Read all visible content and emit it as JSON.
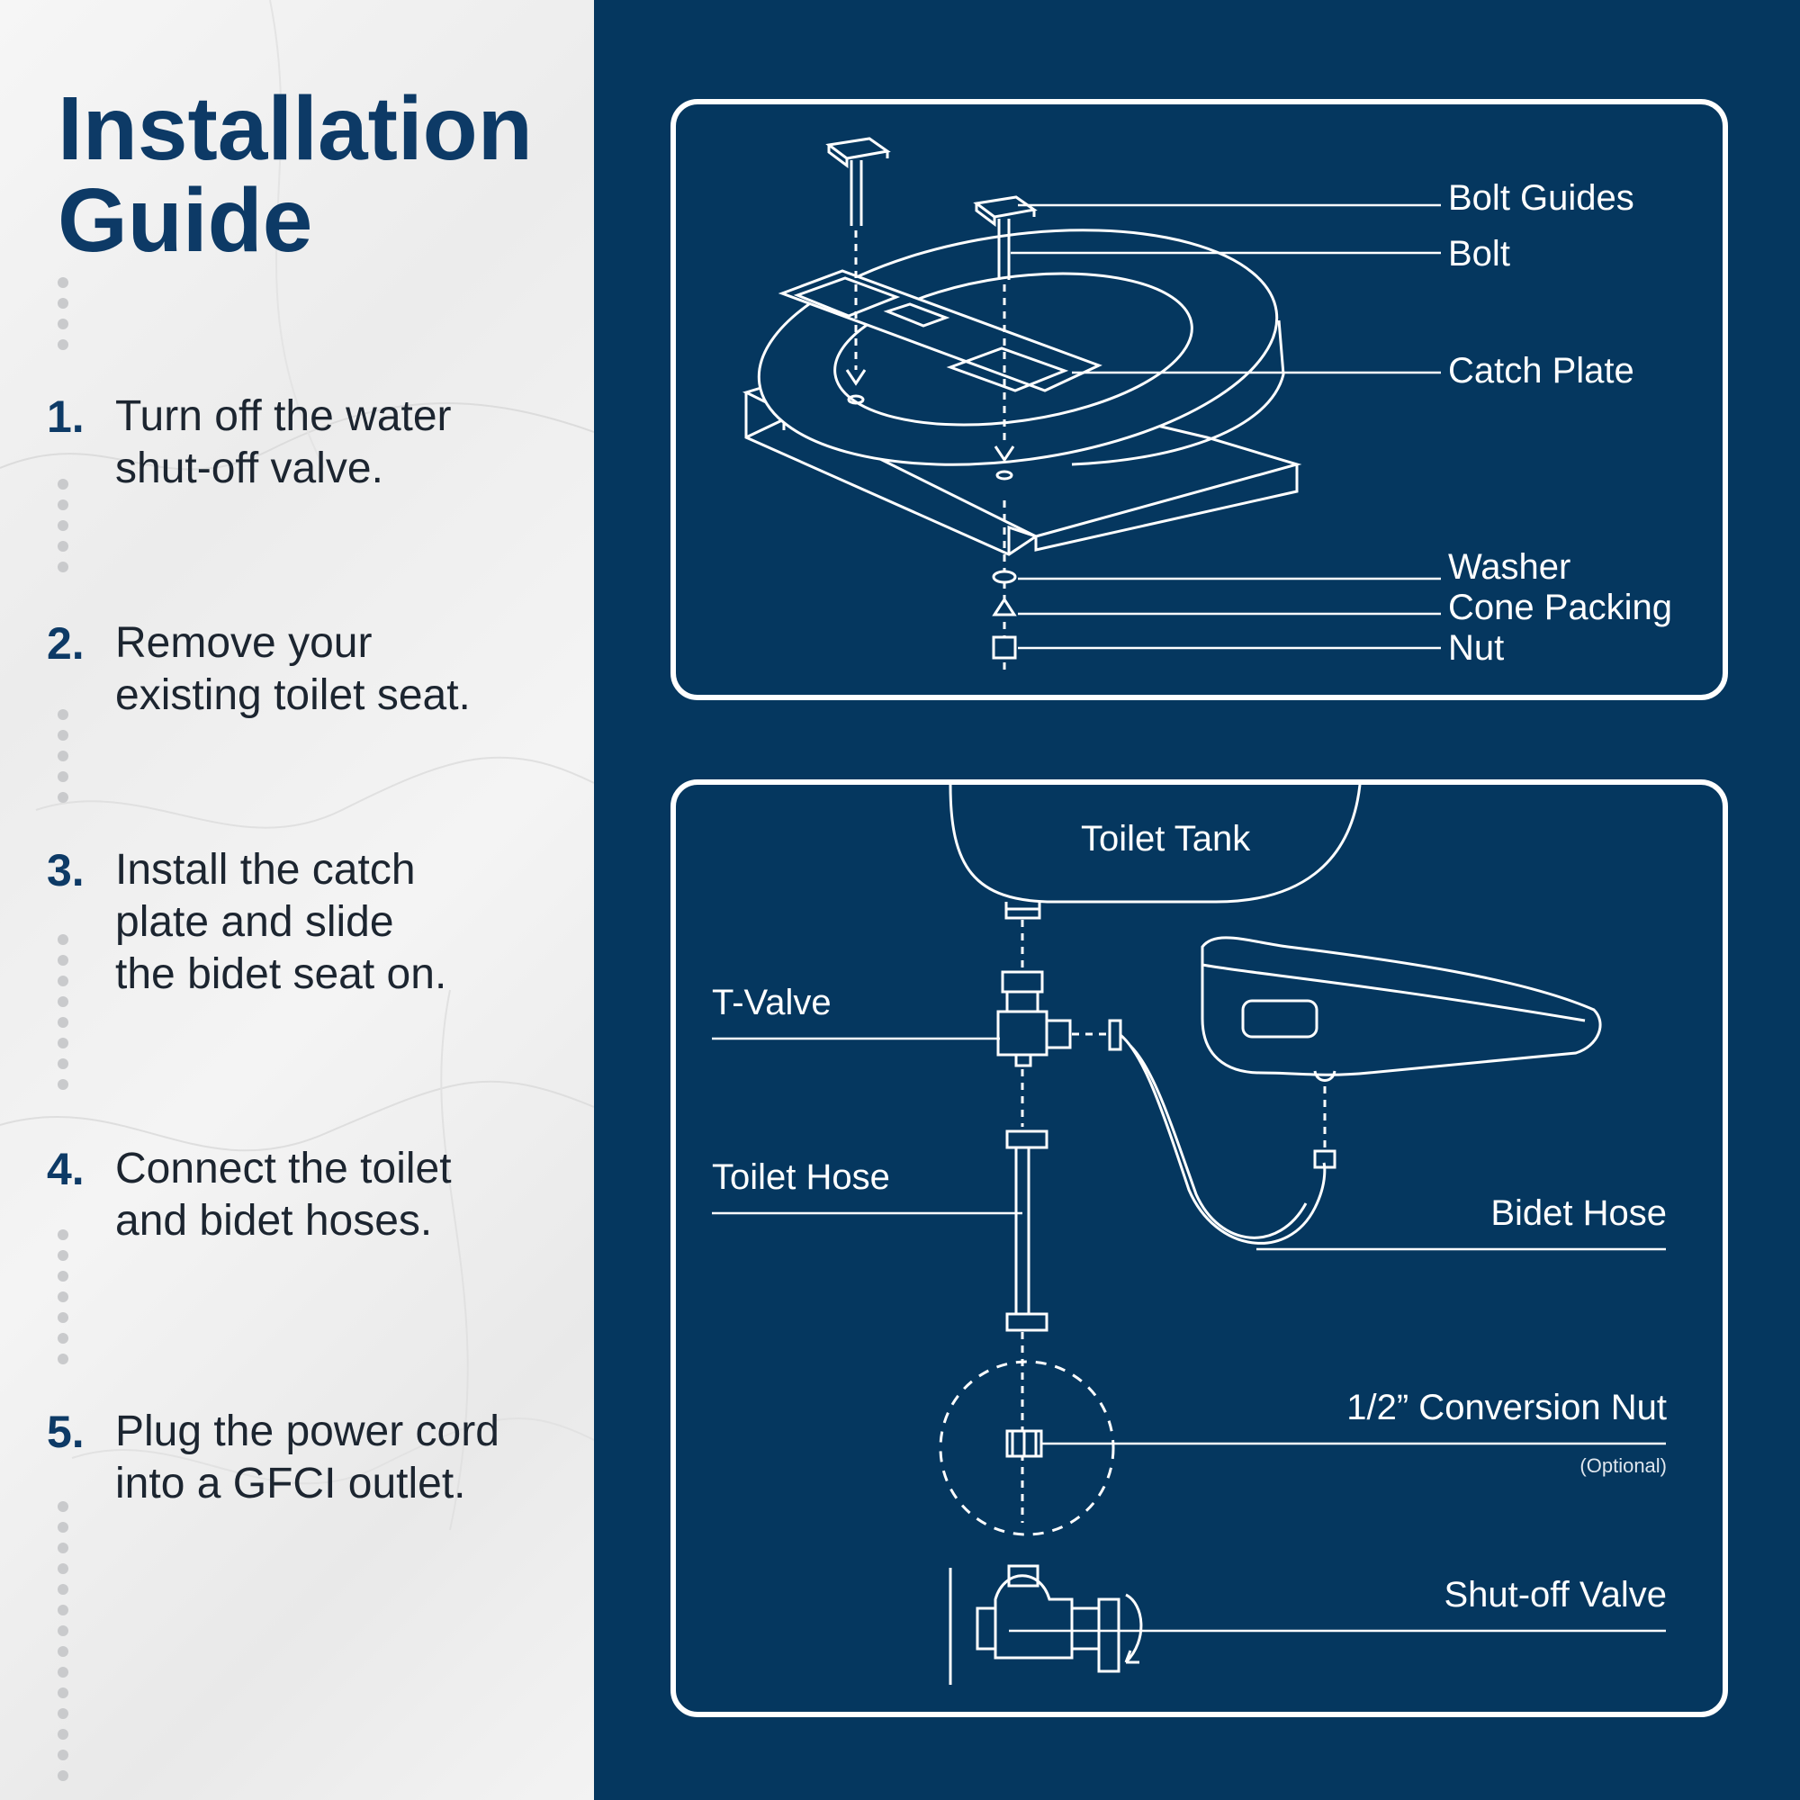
{
  "title": {
    "line1": "Installation",
    "line2": "Guide"
  },
  "steps": [
    {
      "number": "1.",
      "lines": [
        "Turn off the water",
        "shut-off valve."
      ]
    },
    {
      "number": "2.",
      "lines": [
        "Remove your",
        "existing toilet seat."
      ]
    },
    {
      "number": "3.",
      "lines": [
        "Install the catch",
        "plate and slide",
        "the bidet seat on."
      ]
    },
    {
      "number": "4.",
      "lines": [
        "Connect the toilet",
        "and bidet hoses."
      ]
    },
    {
      "number": "5.",
      "lines": [
        "Plug the power cord",
        "into a GFCI outlet."
      ]
    }
  ],
  "seat_diagram": {
    "labels": {
      "bolt_guides": "Bolt Guides",
      "bolt": "Bolt",
      "catch_plate": "Catch Plate",
      "washer": "Washer",
      "cone_packing": "Cone Packing",
      "nut": "Nut"
    }
  },
  "plumbing_diagram": {
    "labels": {
      "toilet_tank": "Toilet Tank",
      "t_valve": "T-Valve",
      "toilet_hose": "Toilet Hose",
      "bidet_hose": "Bidet Hose",
      "conversion_nut": "1/2” Conversion Nut",
      "optional": "(Optional)",
      "shutoff_valve": "Shut-off Valve"
    }
  },
  "colors": {
    "navy": "#05375f",
    "heading": "#0d3a66",
    "line_art": "#ffffff"
  }
}
